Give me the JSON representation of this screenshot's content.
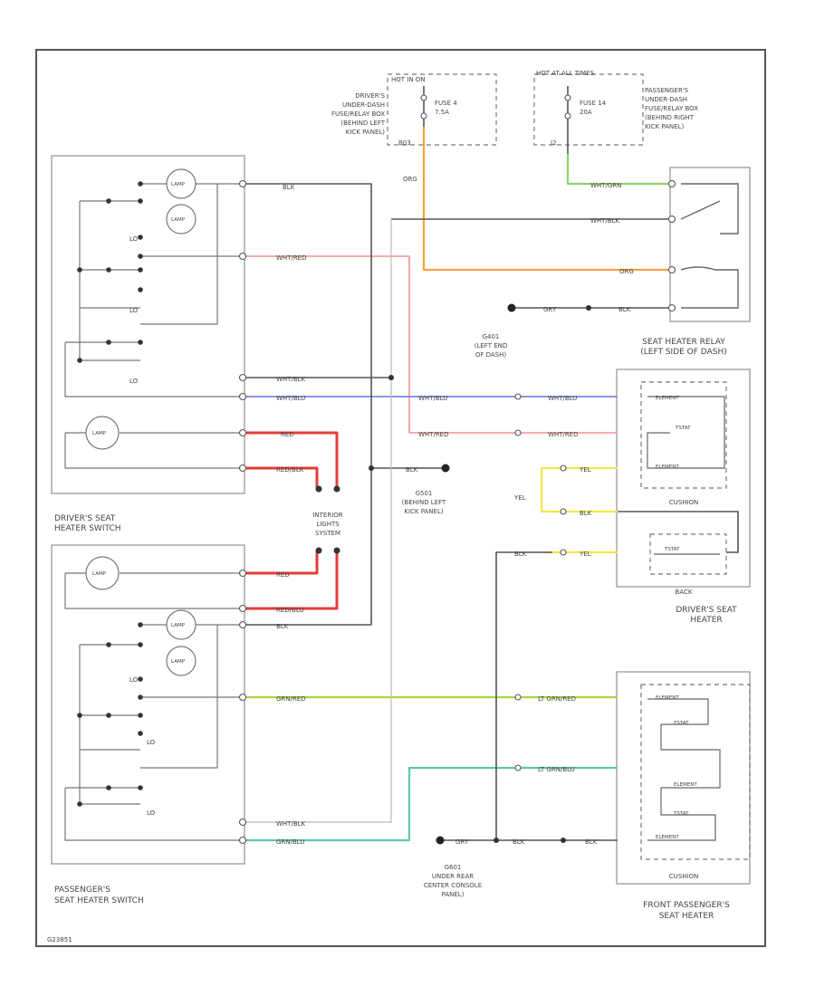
{
  "fuse_labels": {
    "hot_in_on": "HOT IN ON",
    "drivers_fusebox": [
      "DRIVER'S",
      "UNDER-DASH",
      "FUSE/RELAY BOX",
      "(BEHIND LEFT",
      "KICK PANEL)"
    ],
    "fuse4": [
      "FUSE 4",
      "7.5A"
    ],
    "hot_at_all_times": "HOT AT ALL TIMES",
    "fuse14": [
      "FUSE 14",
      "20A"
    ],
    "passengers_fusebox": [
      "PASSENGER'S",
      "UNDER-DASH",
      "FUSE/RELAY BOX",
      "(BEHIND RIGHT",
      "KICK PANEL)"
    ],
    "conn_b03": "B03",
    "conn_i2": "I2"
  },
  "wire_colors": {
    "blk": "BLK",
    "org": "ORG",
    "wht_grn": "WHT/GRN",
    "wht_blk": "WHT/BLK",
    "wht_red": "WHT/RED",
    "wht_blu": "WHT/BLU",
    "red": "RED",
    "red_blk": "RED/BLK",
    "red_blu": "RED/BLU",
    "yel": "YEL",
    "grn_red": "GRN/RED",
    "lt_grn_red": "LT GRN/RED",
    "grn_blu": "GRN/BLU",
    "lt_grn_blu": "LT GRN/BLU",
    "gry": "GRY"
  },
  "switch_labels": {
    "lo": "LO",
    "lamp": "LAMP"
  },
  "grounds": {
    "g401": [
      "G401",
      "(LEFT END",
      "OF DASH)"
    ],
    "g501": [
      "G501",
      "(BEHIND LEFT",
      "KICK PANEL)"
    ],
    "g601": [
      "G601",
      "UNDER REAR",
      "CENTER CONSOLE",
      "PANEL)"
    ]
  },
  "components": {
    "drivers_switch": [
      "DRIVER'S SEAT",
      "HEATER SWITCH"
    ],
    "passengers_switch": [
      "PASSENGER'S",
      "SEAT HEATER SWITCH"
    ],
    "interior_lights": [
      "INTERIOR",
      "LIGHTS",
      "SYSTEM"
    ],
    "relay": [
      "SEAT HEATER RELAY",
      "(LEFT SIDE OF DASH)"
    ],
    "cushion": "CUSHION",
    "back": "BACK",
    "drivers_heater": [
      "DRIVER'S SEAT",
      "HEATER"
    ],
    "passenger_heater": [
      "FRONT PASSENGER'S",
      "SEAT HEATER"
    ],
    "element_label": "ELEMENT",
    "tstat_label": "TSTAT"
  },
  "figure_id": "G23851"
}
